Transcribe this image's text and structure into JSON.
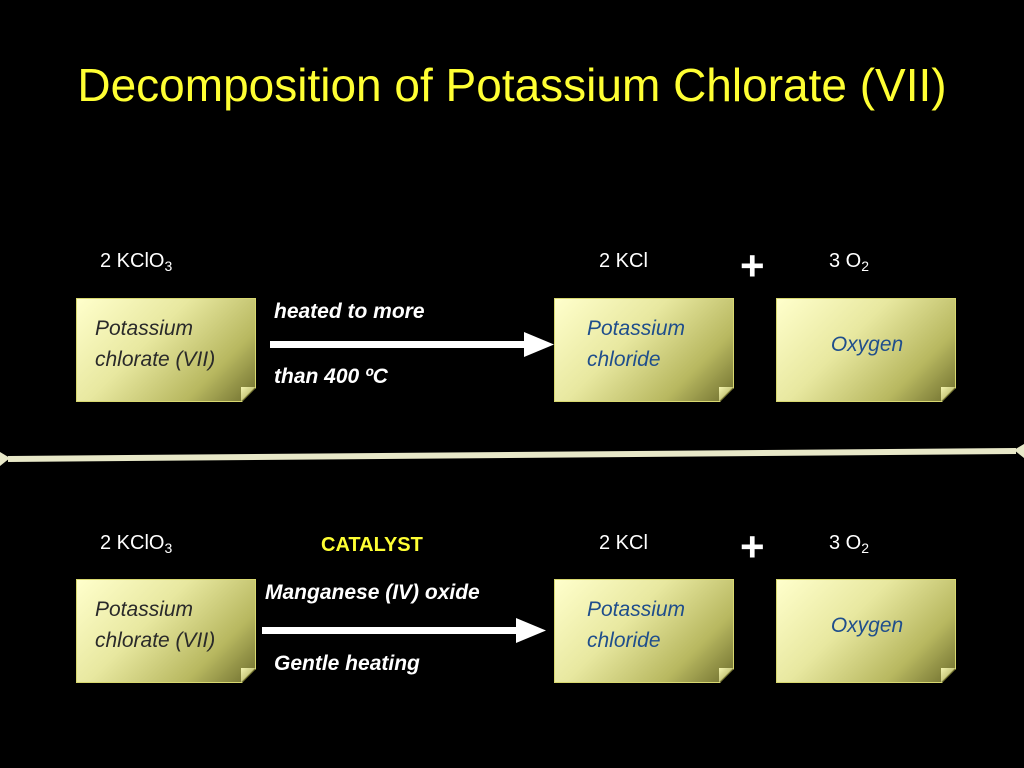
{
  "title": "Decomposition of Potassium Chlorate (VII)",
  "reactions": [
    {
      "reactant_coef": "2 KClO",
      "reactant_sub": "3",
      "product1_formula": "2 KCl",
      "plus": "+",
      "product2_coef": "3 O",
      "product2_sub": "2",
      "reactant_name_line1": "Potassium",
      "reactant_name_line2": "chlorate (VII)",
      "product1_name_line1": "Potassium",
      "product1_name_line2": "chloride",
      "product2_name": "Oxygen",
      "condition_above": "heated to more",
      "condition_below": "than 400 ºC"
    },
    {
      "reactant_coef": "2 KClO",
      "reactant_sub": "3",
      "catalyst_label": "CATALYST",
      "product1_formula": "2 KCl",
      "plus": "+",
      "product2_coef": "3 O",
      "product2_sub": "2",
      "reactant_name_line1": "Potassium",
      "reactant_name_line2": "chlorate (VII)",
      "product1_name_line1": "Potassium",
      "product1_name_line2": "chloride",
      "product2_name": "Oxygen",
      "condition_above": "Manganese (IV) oxide",
      "condition_below": "Gentle heating"
    }
  ],
  "colors": {
    "background": "#000000",
    "title": "#FFFF33",
    "catalyst": "#FFFF33",
    "card_text_reactant": "#2a2a2a",
    "card_text_product": "#1f4e8c",
    "formula_text": "#FFFFFF"
  }
}
